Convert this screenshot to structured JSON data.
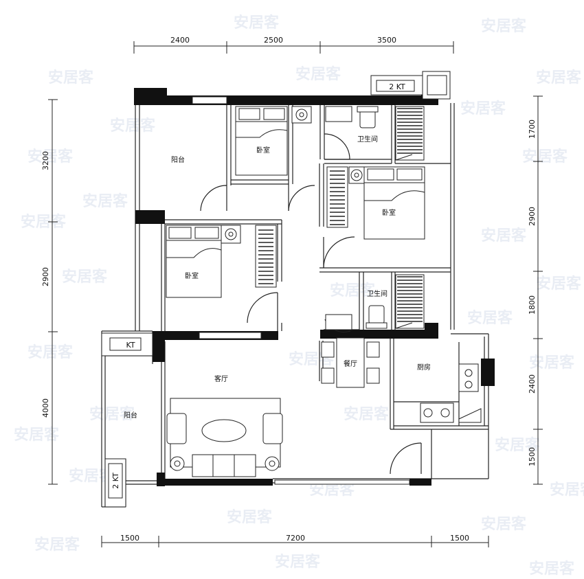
{
  "dimensions": {
    "top": [
      "2400",
      "2500",
      "3500"
    ],
    "bottom": [
      "1500",
      "7200",
      "1500"
    ],
    "left": [
      "3200",
      "2900",
      "4000"
    ],
    "right": [
      "1700",
      "2900",
      "1800",
      "2400",
      "1500"
    ]
  },
  "rooms": {
    "balcony_north": "阳台",
    "bedroom_north": "卧室",
    "bathroom_north": "卫生间",
    "bedroom_east": "卧室",
    "bedroom_west": "卧室",
    "bathroom_middle": "卫生间",
    "dining": "餐厅",
    "kitchen": "厨房",
    "living": "客厅",
    "balcony_west": "阳台"
  },
  "ac_units": {
    "top_right": "2 KT",
    "west": "KT",
    "bottom_left": "2 KT"
  },
  "watermark": "安居客",
  "colors": {
    "wall": "#111111",
    "line": "#222222",
    "watermark": "#cfd8e8"
  }
}
